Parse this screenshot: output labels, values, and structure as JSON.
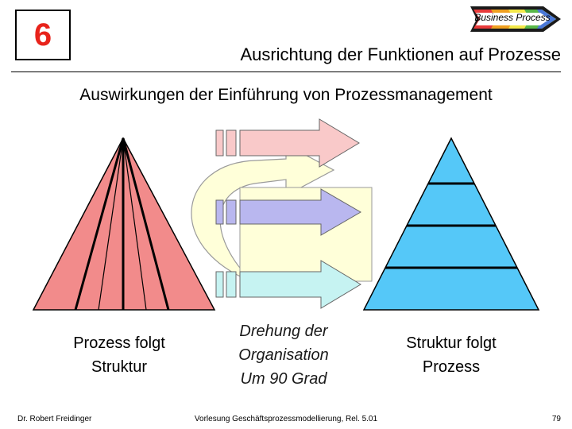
{
  "header": {
    "chapter_number": "6",
    "logo_text": "Business Process",
    "title": "Ausrichtung der Funktionen auf Prozesse"
  },
  "subtitle": "Auswirkungen der Einführung von Prozessmanagement",
  "captions": {
    "left": [
      "Prozess folgt",
      "Struktur"
    ],
    "middle": [
      "Drehung der",
      "Organisation",
      "Um 90 Grad"
    ],
    "right": [
      "Struktur folgt",
      "Prozess"
    ]
  },
  "footer": {
    "author": "Dr. Robert Freidinger",
    "course": "Vorlesung Geschäftsprozessmodellierung, Rel. 5.01",
    "page": "79"
  },
  "colors": {
    "chapter_number": "#e8231b",
    "left_pyramid": "#f28b8b",
    "right_pyramid": "#55c8f8",
    "arrow_top": "#f9c9c9",
    "arrow_middle": "#b9b7ef",
    "arrow_bottom": "#c6f3f2",
    "curved_arrow": "#ffffd9"
  }
}
